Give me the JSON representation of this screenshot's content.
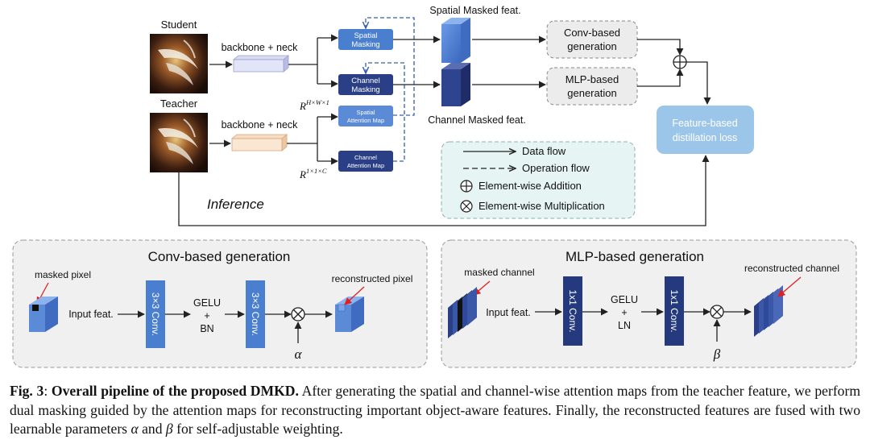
{
  "top": {
    "student_label": "Student",
    "teacher_label": "Teacher",
    "backbone_student": "backbone + neck",
    "backbone_teacher": "backbone + neck",
    "spatial_masking": [
      "Spatial",
      "Masking"
    ],
    "channel_masking": [
      "Channel",
      "Masking"
    ],
    "spatial_attention_map": [
      "Spatial",
      "Attention Map"
    ],
    "channel_attention_map": [
      "Channel",
      "Attention Map"
    ],
    "spatial_masked_feat": "Spatial Masked feat.",
    "channel_masked_feat": "Channel Masked feat.",
    "conv_generation": [
      "Conv-based",
      "generation"
    ],
    "mlp_generation": [
      "MLP-based",
      "generation"
    ],
    "distill_loss": [
      "Feature-based",
      "distillation loss"
    ],
    "dim_spatial_base": "R",
    "dim_spatial_sup": "H×W×1",
    "dim_channel_base": "R",
    "dim_channel_sup": "1×1×C",
    "inference_label": "Inference"
  },
  "legend": {
    "data_flow": "Data flow",
    "operation_flow": "Operation flow",
    "addition": "Element-wise Addition",
    "multiplication": "Element-wise Multiplication"
  },
  "conv_panel": {
    "title": "Conv-based generation",
    "masked_pixel": "masked pixel",
    "input_feat": "Input feat.",
    "conv1": "3×3 Conv.",
    "gelu": "GELU",
    "plus": "+",
    "norm": "BN",
    "conv2": "3×3 Conv.",
    "param": "α",
    "reconstructed": "reconstructed pixel"
  },
  "mlp_panel": {
    "title": "MLP-based generation",
    "masked_channel": "masked channel",
    "input_feat": "Input feat.",
    "conv1": "1x1 Conv.",
    "gelu": "GELU",
    "plus": "+",
    "norm": "LN",
    "conv2": "1x1 Conv.",
    "param": "β",
    "reconstructed": "reconstructed channel"
  },
  "caption": {
    "fig_label": "Fig. 3",
    "colon": ":",
    "bold_title": "Overall pipeline of the proposed DMKD.",
    "text_before_alpha": "After generating the spatial and channel-wise attention maps from the teacher feature, we perform dual masking guided by the attention maps for reconstructing important object-aware features. Finally, the reconstructed features are fused with two learnable parameters",
    "alpha": "α",
    "and": "and",
    "beta": "β",
    "text_after_beta": "for self-adjustable weighting."
  },
  "colors": {
    "spatial_blue": "#4a7fd0",
    "channel_navy": "#2a3f86",
    "attention_map_blue": "#5b8ad6",
    "loss_box": "#9cc5ea",
    "legend_fill": "#e6f4f3",
    "panel_fill": "#f0f0f0",
    "red_arrow": "#e02020"
  }
}
